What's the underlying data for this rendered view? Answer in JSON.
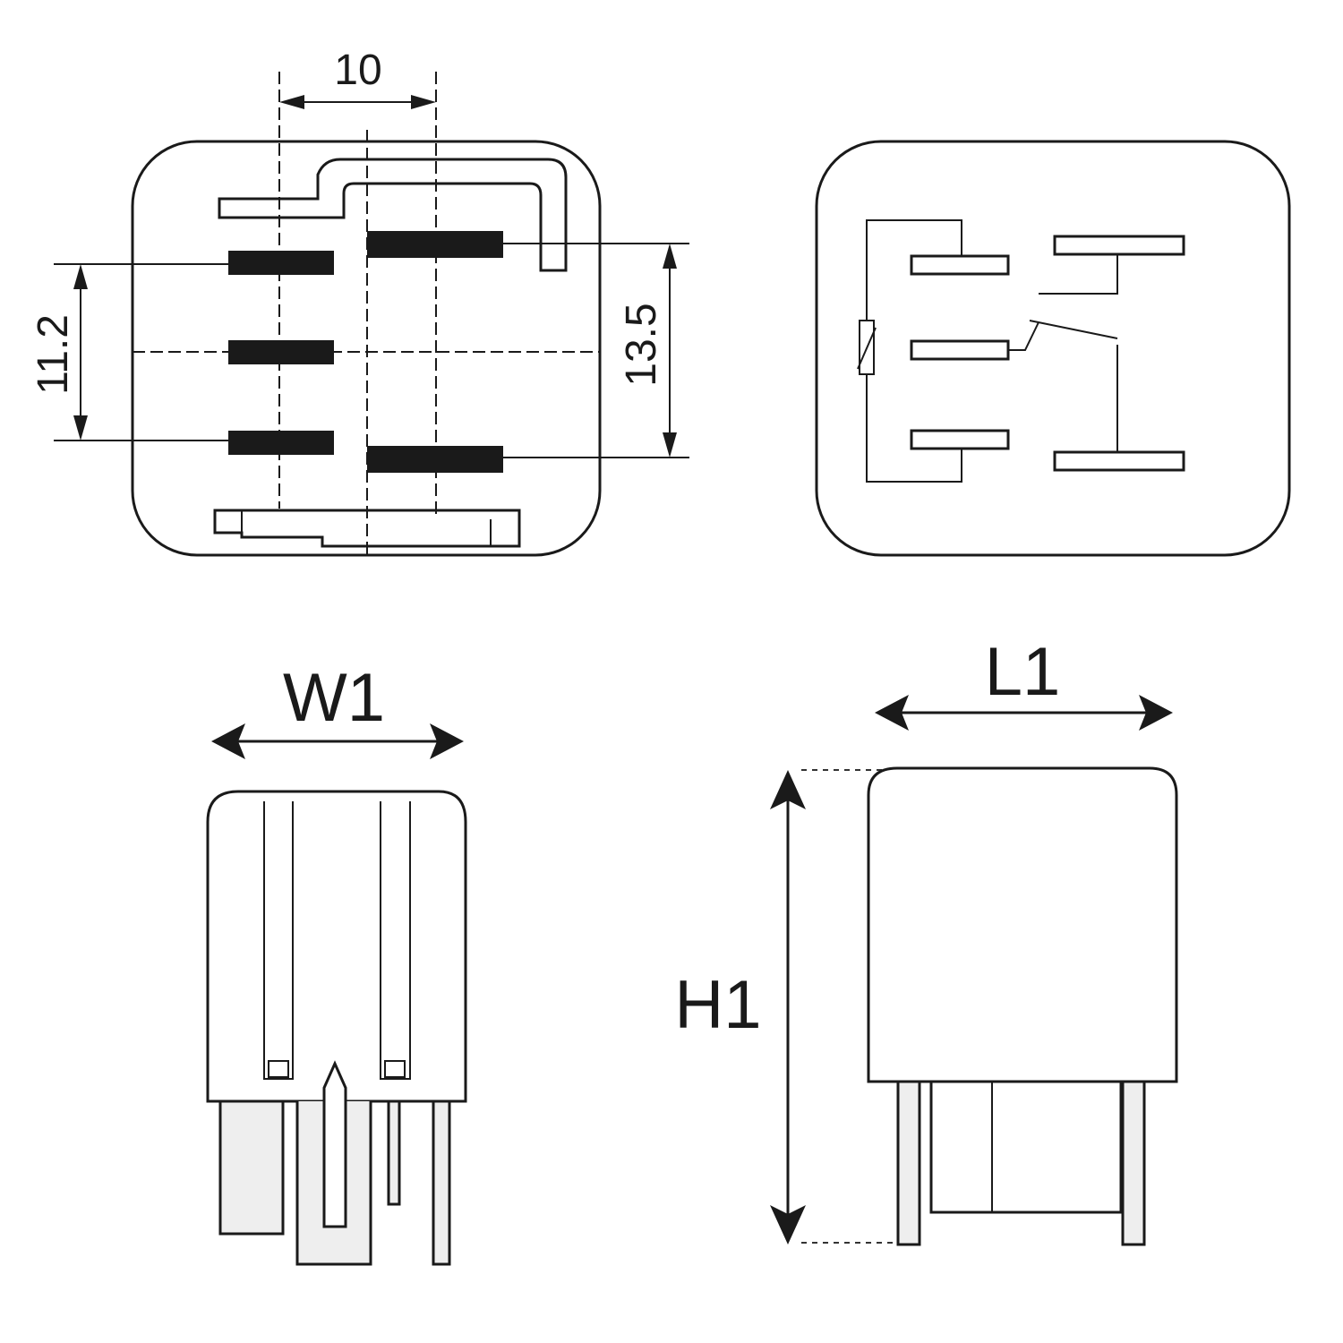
{
  "top_left_view": {
    "dim_pin_spacing": "10",
    "dim_left_rows": "11.2",
    "dim_right_rows": "13.5"
  },
  "bottom_views": {
    "width_label": "W1",
    "length_label": "L1",
    "height_label": "H1"
  },
  "colors": {
    "line": "#1a1a1a",
    "background": "#ffffff",
    "body_fill": "#eeeeee"
  }
}
